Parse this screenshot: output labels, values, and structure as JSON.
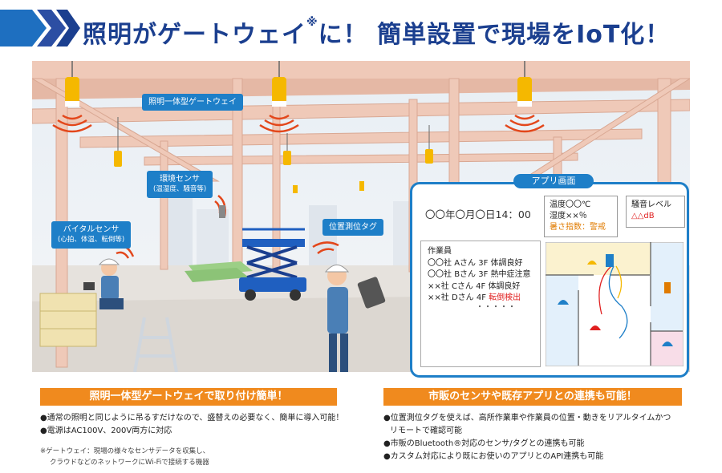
{
  "header": {
    "title_main": "照明がゲートウェイ",
    "title_sup": "※",
    "title_rest": "に！ 簡単設置で現場をIoT化！"
  },
  "scene": {
    "callout_lighting": "照明一体型ゲートウェイ",
    "callout_env": "環境センサ",
    "callout_env_sub": "(温湿度、騒音等)",
    "callout_vital": "バイタルセンサ",
    "callout_vital_sub": "(心拍、体温、転倒等)",
    "callout_tag": "位置測位タグ"
  },
  "app": {
    "title": "アプリ画面",
    "datetime": "〇〇年〇月〇日14：00",
    "env": {
      "temp": "温度〇〇℃",
      "humidity": "湿度××％",
      "heat": "暑さ指数：警戒"
    },
    "noise": {
      "label": "騒音レベル",
      "value": "△△dB"
    },
    "workers": {
      "heading": "作業員",
      "rows": [
        {
          "company": "〇〇社",
          "name": "Aさん",
          "floor": "3F",
          "status": "体調良好",
          "alert": false
        },
        {
          "company": "〇〇社",
          "name": "Bさん",
          "floor": "3F",
          "status": "熱中症注意",
          "alert": false
        },
        {
          "company": "××社",
          "name": "Cさん",
          "floor": "4F",
          "status": "体調良好",
          "alert": false
        },
        {
          "company": "××社",
          "name": "Dさん",
          "floor": "4F",
          "status": "転倒検出",
          "alert": true
        }
      ],
      "more": "・・・・・"
    }
  },
  "features": {
    "left": {
      "heading": "照明一体型ゲートウェイで取り付け簡単！",
      "bullets": [
        "●通常の照明と同じように吊るすだけなので、盛替えの必要なく、簡単に導入可能！",
        "●電源はAC100V、200V両方に対応"
      ],
      "note_1": "※ゲートウェイ：現場の様々なセンサデータを収集し、",
      "note_2": "クラウドなどのネットワークにWi-Fiで接続する機器"
    },
    "right": {
      "heading": "市販のセンサや既存アプリとの連携も可能！",
      "bullet_1a": "●位置測位タグを使えば、高所作業車や作業員の位置・動きをリアルタイムかつ",
      "bullet_1b": "リモートで確認可能",
      "bullet_2": "●市販のBluetooth®対応のセンサ/タグとの連携も可能",
      "bullet_3": "●カスタム対応により既にお使いのアプリとのAPI連携も可能"
    }
  },
  "colors": {
    "brand_blue": "#1e7fc8",
    "title_blue": "#1b3f8f",
    "accent_orange": "#f08a1e",
    "alert_red": "#e02020",
    "beam": "#efc9b8"
  }
}
